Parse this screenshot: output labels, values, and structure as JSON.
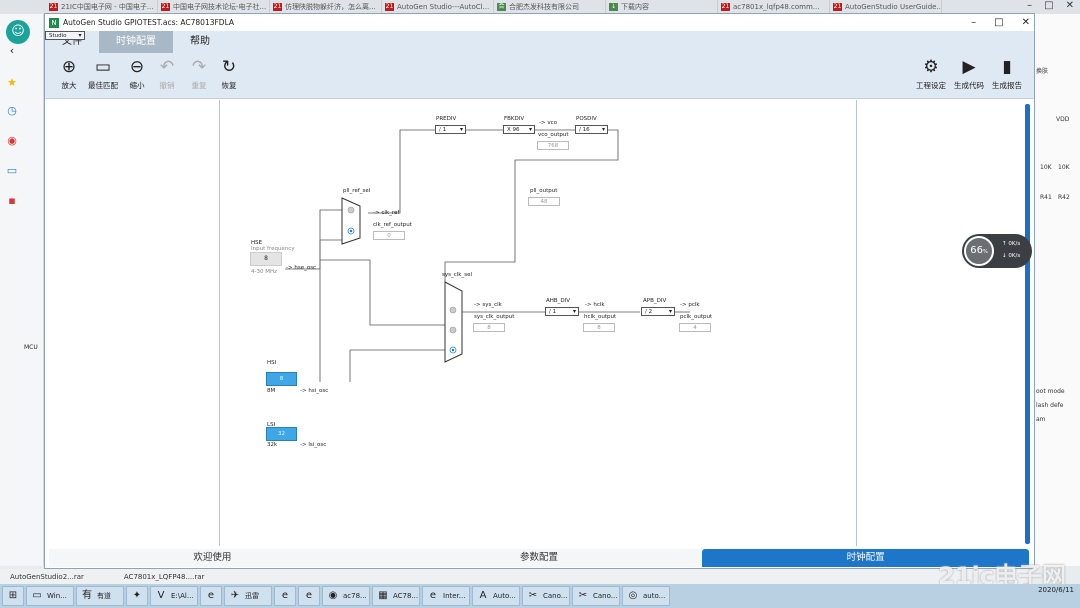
{
  "browser": {
    "tabs": [
      {
        "icon": "21",
        "label": "21IC中国电子网 - 中国电子..."
      },
      {
        "icon": "21",
        "label": "中国电子网技术论坛-电子社..."
      },
      {
        "icon": "21",
        "label": "仿理陕脱物躲纤济，怎么离..."
      },
      {
        "icon": "21",
        "label": "AutoGen Studio---AutoCl..."
      },
      {
        "icon": "合",
        "label": "合肥杰发科技有限公司"
      },
      {
        "icon": "↓",
        "label": "下载内容"
      },
      {
        "icon": "21",
        "label": "ac7801x_lqfp48.comm..."
      },
      {
        "icon": "21",
        "label": "AutoGenStudio UserGuide..."
      }
    ],
    "right_fragments": [
      "换肤",
      "VDD",
      "10K",
      "10K",
      "R41",
      "R42",
      "oot mode",
      "lash defe",
      "am"
    ],
    "left_fragments": [
      "MCU"
    ]
  },
  "app": {
    "title": "AutoGen Studio GPIOTEST.acs: AC78013FDLA",
    "menu": [
      "Studio",
      "文件",
      "时钟配置",
      "帮助"
    ],
    "toolbar_left": [
      {
        "icon": "zoom-in",
        "label": "放大"
      },
      {
        "icon": "fit",
        "label": "最佳匹配"
      },
      {
        "icon": "zoom-out",
        "label": "缩小"
      },
      {
        "icon": "undo",
        "label": "撤销"
      },
      {
        "icon": "redo",
        "label": "重复"
      },
      {
        "icon": "restore",
        "label": "恢复"
      }
    ],
    "toolbar_right": [
      {
        "icon": "gear",
        "label": "工程设定"
      },
      {
        "icon": "play",
        "label": "生成代码"
      },
      {
        "icon": "doc",
        "label": "生成报告"
      }
    ],
    "bottom_tabs": [
      "欢迎使用",
      "参数配置",
      "时钟配置"
    ]
  },
  "diagram": {
    "prediv": {
      "label": "PREDIV",
      "value": "/ 1"
    },
    "fbkdiv": {
      "label": "FBKDIV",
      "value": "X 96"
    },
    "vco": {
      "label": "-> vco",
      "output_label": "vco_output",
      "output": "768"
    },
    "posdiv": {
      "label": "POSDIV",
      "value": "/ 16"
    },
    "pll_output": {
      "label": "pll_output",
      "value": "48"
    },
    "pll_ref_sel": {
      "label": "pll_ref_sel",
      "out": "-> clk_ref",
      "output_label": "clk_ref_output",
      "output": "0"
    },
    "hse": {
      "label": "HSE",
      "sub": "Input frequency",
      "value": "8",
      "range": "4-30 MHz",
      "out": "-> hse_osc"
    },
    "sys_clk_sel": {
      "label": "sys_clk_sel",
      "out": "-> sys_clk",
      "output_label": "sys_clk_output",
      "output": "8"
    },
    "ahb_div": {
      "label": "AHB_DIV",
      "value": "/ 1",
      "out": "-> hclk",
      "output_label": "hclk_output",
      "output": "8"
    },
    "apb_div": {
      "label": "APB_DIV",
      "value": "/ 2",
      "out": "-> pclk",
      "output_label": "pclk_output",
      "output": "4"
    },
    "hsi": {
      "label": "HSI",
      "value": "8",
      "freq": "8M",
      "out": "-> hsi_osc"
    },
    "lsi": {
      "label": "LSI",
      "value": "32",
      "freq": "32k",
      "out": "-> lsi_osc"
    }
  },
  "widget": {
    "value": "66",
    "unit": "%",
    "up": "0K/s",
    "down": "0K/s"
  },
  "taskstrip": [
    "AutoGenStudio2...rar",
    "AC7801x_LQFP48....rar"
  ],
  "taskbar": [
    {
      "icon": "⊞",
      "label": ""
    },
    {
      "icon": "▭",
      "label": "Win..."
    },
    {
      "icon": "有",
      "label": "有道"
    },
    {
      "icon": "✦",
      "label": ""
    },
    {
      "icon": "V",
      "label": "E:\\Al..."
    },
    {
      "icon": "e",
      "label": ""
    },
    {
      "icon": "✈",
      "label": "迅雷"
    },
    {
      "icon": "e",
      "label": ""
    },
    {
      "icon": "e",
      "label": ""
    },
    {
      "icon": "◉",
      "label": "ac78..."
    },
    {
      "icon": "▦",
      "label": "AC78..."
    },
    {
      "icon": "e",
      "label": "Inter..."
    },
    {
      "icon": "A",
      "label": "Auto..."
    },
    {
      "icon": "✂",
      "label": "Cano..."
    },
    {
      "icon": "✂",
      "label": "Cano..."
    },
    {
      "icon": "◎",
      "label": "auto..."
    }
  ],
  "clock": {
    "date": "2020/6/11"
  },
  "watermark": "21ic电子网"
}
